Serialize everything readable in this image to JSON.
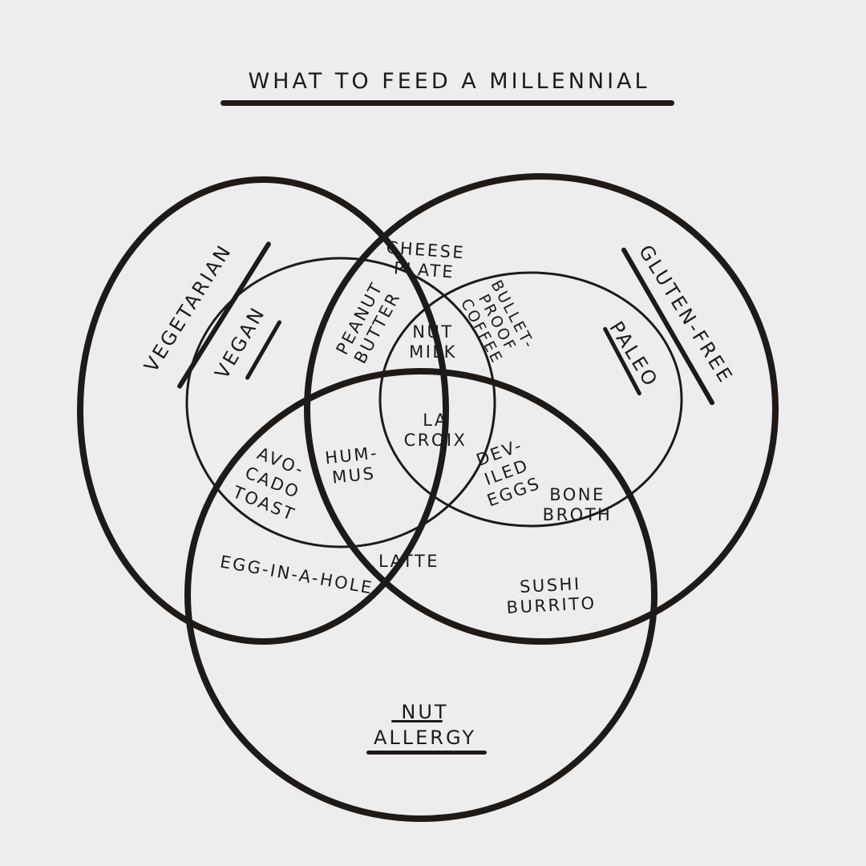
{
  "title": "WHAT TO FEED A MILLENNIAL",
  "sets": {
    "vegetarian": "VEGETARIAN",
    "vegan": "VEGAN",
    "gluten_free": "GLUTEN-FREE",
    "paleo": "PALEO",
    "nut_allergy": [
      "NUT",
      "ALLERGY"
    ]
  },
  "items": {
    "cheese_plate": [
      "CHEESE",
      "PLATE"
    ],
    "peanut_butter": [
      "PEANUT",
      "BUTTER"
    ],
    "nut_milk": [
      "NUT",
      "MILK"
    ],
    "bulletproof_coffee": [
      "BULLET-",
      "PROOF",
      "COFFEE"
    ],
    "la_croix": [
      "LA",
      "CROIX"
    ],
    "hummus": [
      "HUM-",
      "MUS"
    ],
    "avocado_toast": [
      "AVO-",
      "CADO",
      "TOAST"
    ],
    "deviled_eggs": [
      "DEV-",
      "ILED",
      "EGGS"
    ],
    "bone_broth": [
      "BONE",
      "BROTH"
    ],
    "latte": "LATTE",
    "egg_in_a_hole": "EGG-IN-A-HOLE",
    "sushi_burrito": [
      "SUSHI",
      "BURRITO"
    ]
  },
  "colors": {
    "ink": "#1e1a18",
    "paper": "#eeeded"
  }
}
